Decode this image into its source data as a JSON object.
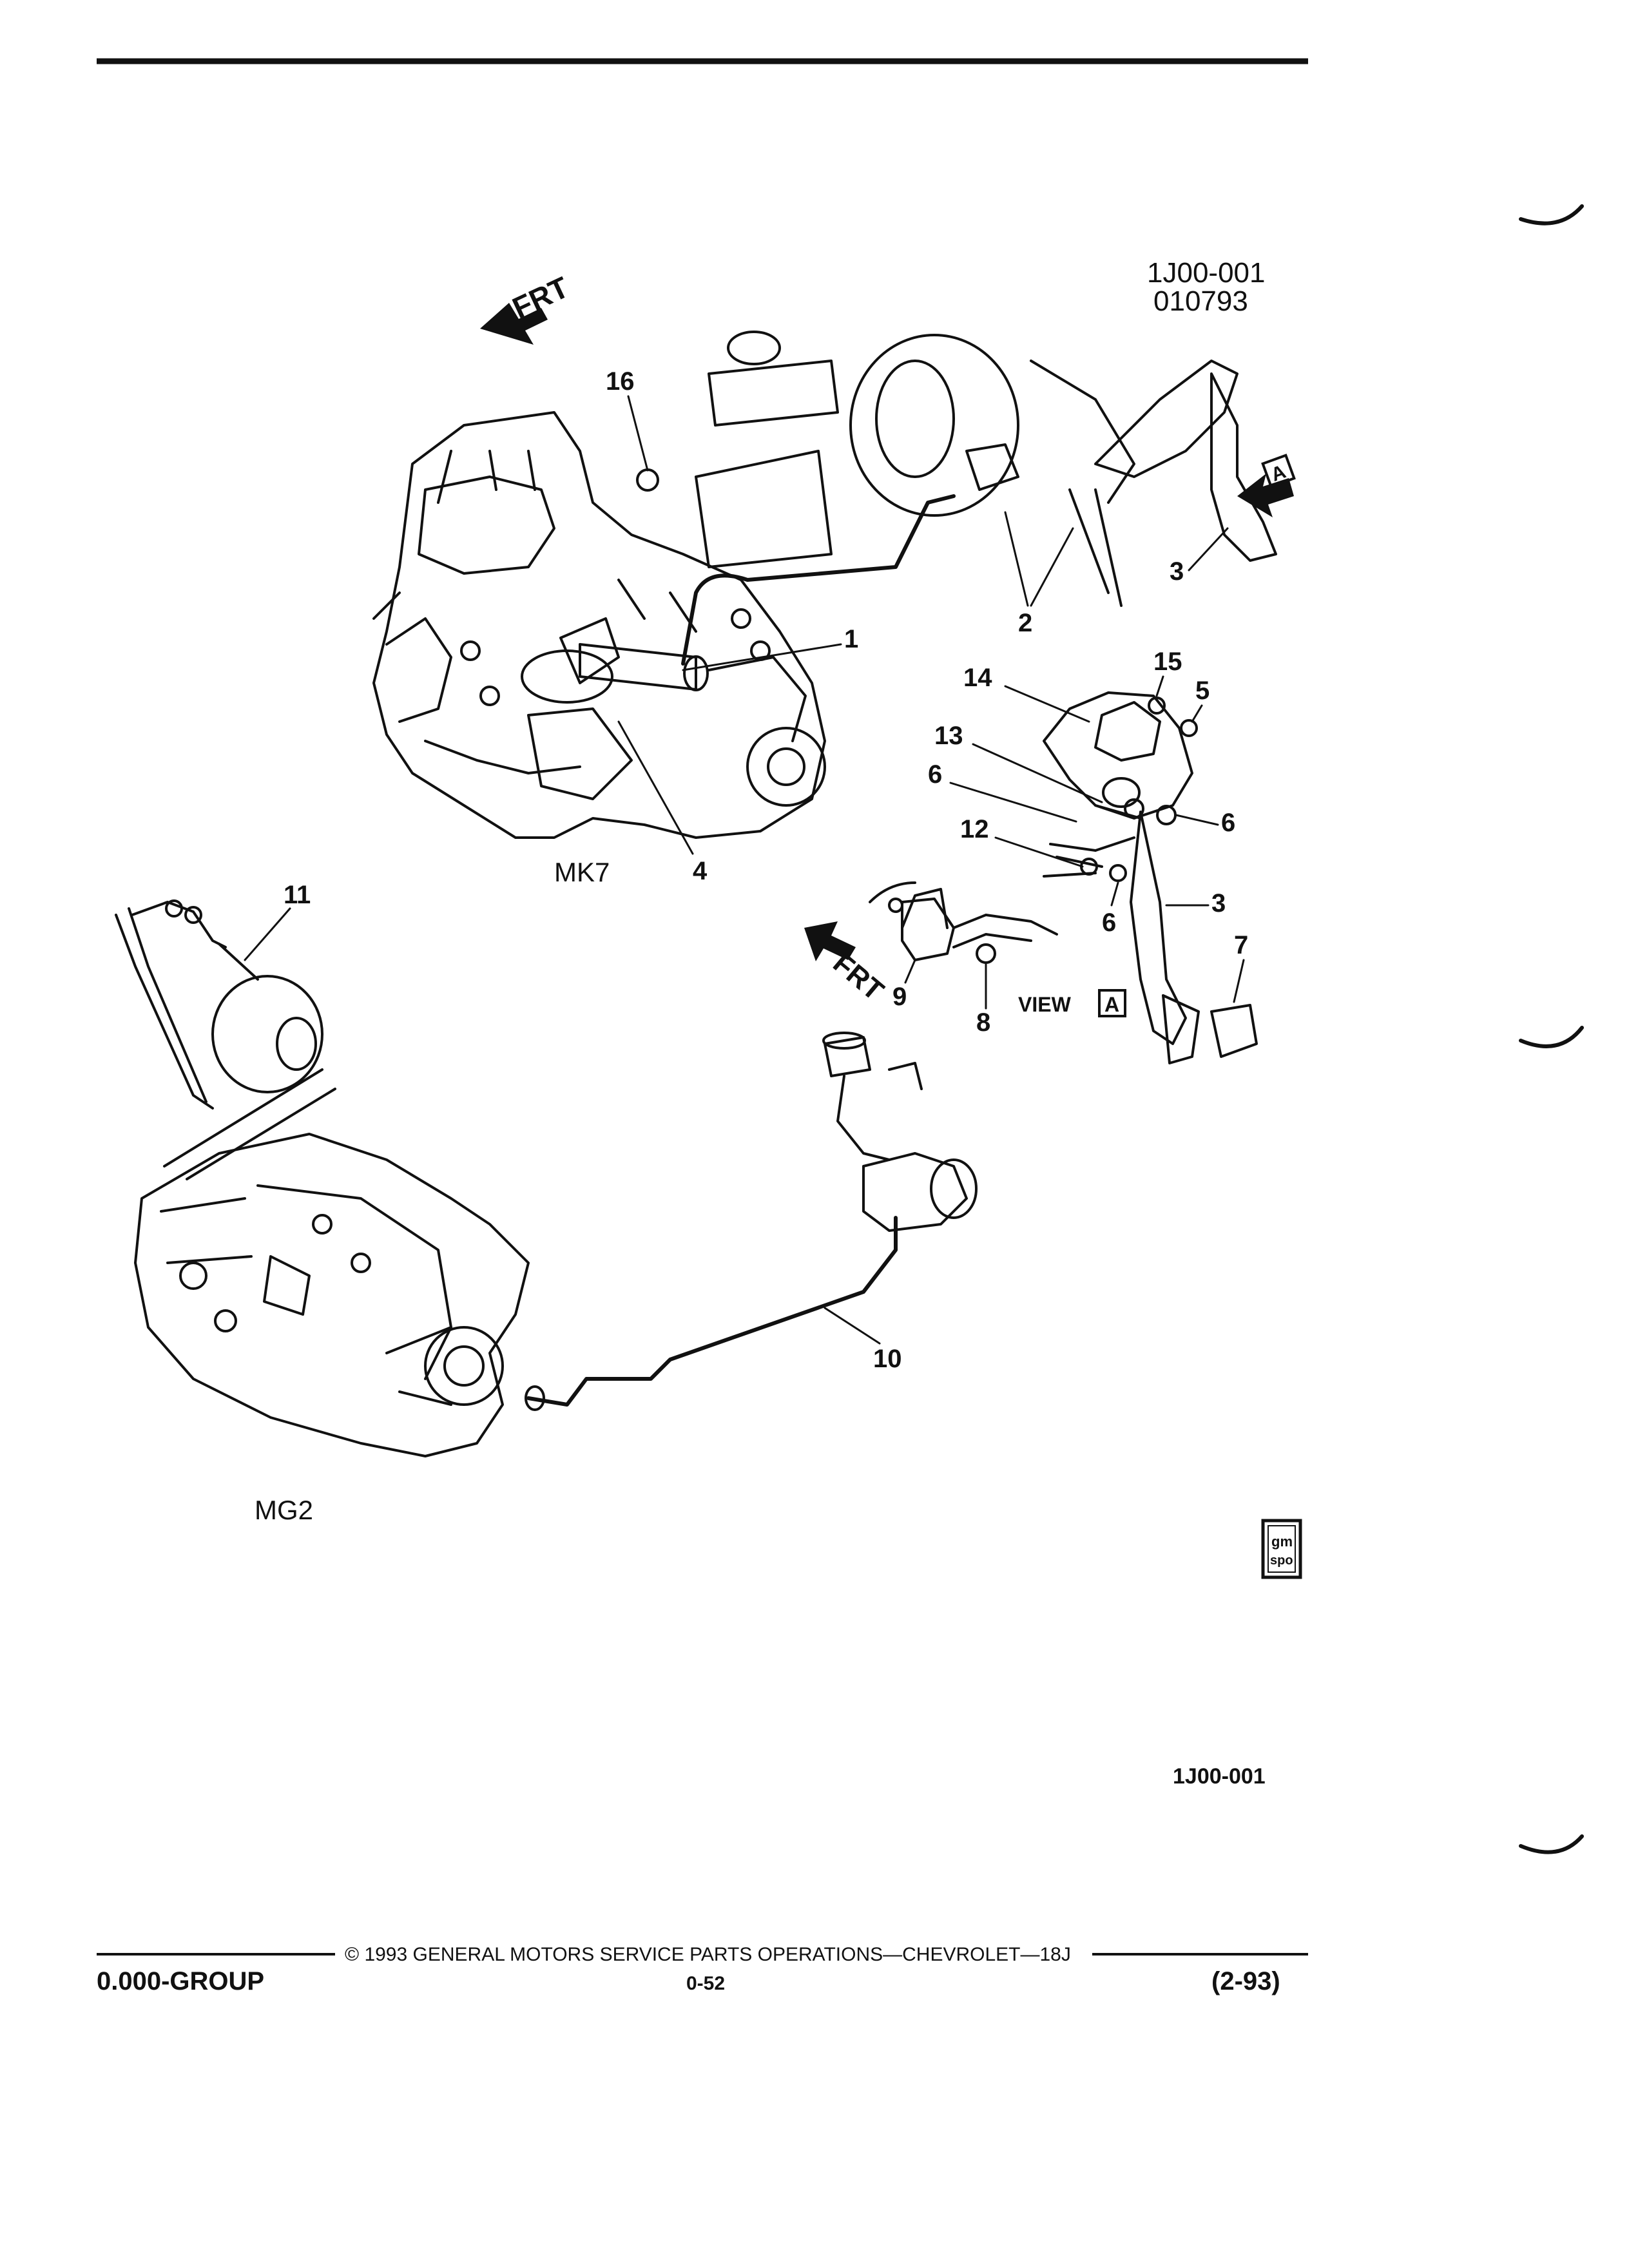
{
  "figure": {
    "code": "1J00-001",
    "date": "010793",
    "bottom_code": "1J00-001",
    "front_arrow_label": "FRT",
    "view_label": "VIEW",
    "view_letter": "A",
    "view_marker": "A",
    "assembly_labels": {
      "mk7": "MK7",
      "mg2": "MG2"
    },
    "callouts": [
      "1",
      "2",
      "3",
      "4",
      "5",
      "6",
      "7",
      "8",
      "9",
      "10",
      "11",
      "12",
      "13",
      "14",
      "15",
      "16"
    ]
  },
  "badge": {
    "line1": "gm",
    "line2": "spo"
  },
  "footer": {
    "copyright": "© 1993 GENERAL MOTORS SERVICE PARTS OPERATIONS—CHEVROLET—18J",
    "group": "0.000-GROUP",
    "page": "0-52",
    "date_code": "(2-93)"
  }
}
